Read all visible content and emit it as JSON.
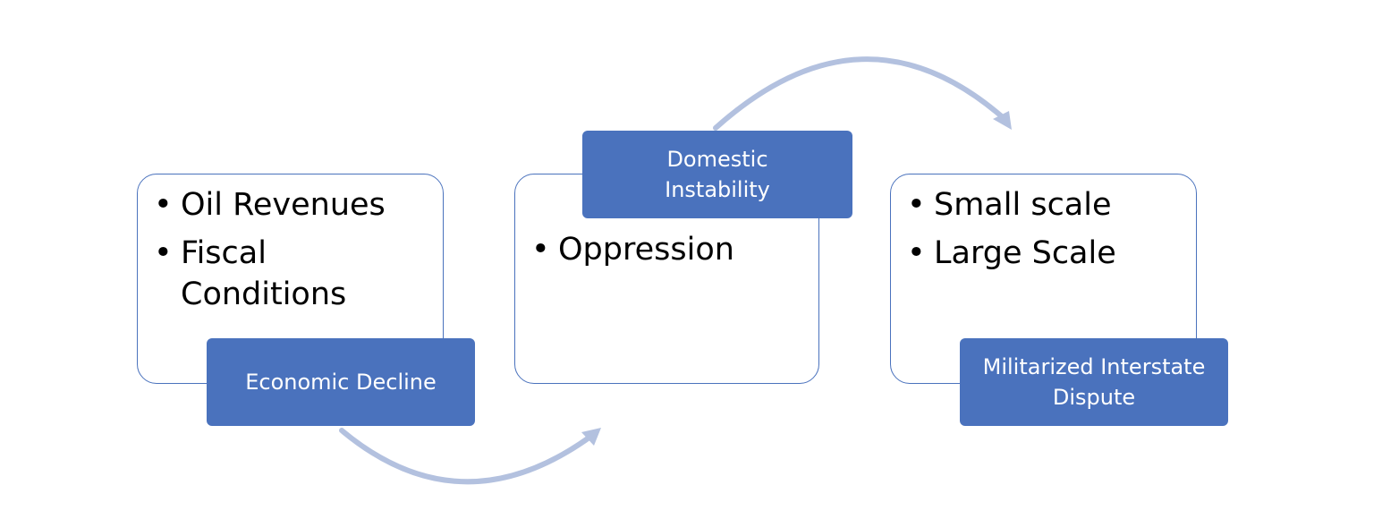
{
  "colors": {
    "box_fill": "#4a72bd",
    "box_border": "#4a72bd",
    "arrow": "#b3c1df",
    "label_text": "#ffffff",
    "bullet_text": "#000000"
  },
  "stages": [
    {
      "label": "Economic Decline",
      "bullets": [
        "Oil Revenues",
        "Fiscal Conditions"
      ]
    },
    {
      "label": "Domestic Instability",
      "bullets": [
        "Oppression"
      ]
    },
    {
      "label": "Militarized Interstate Dispute",
      "bullets": [
        "Small scale",
        "Large Scale"
      ]
    }
  ],
  "arrows": [
    "curved-arrow-lower",
    "curved-arrow-upper"
  ]
}
